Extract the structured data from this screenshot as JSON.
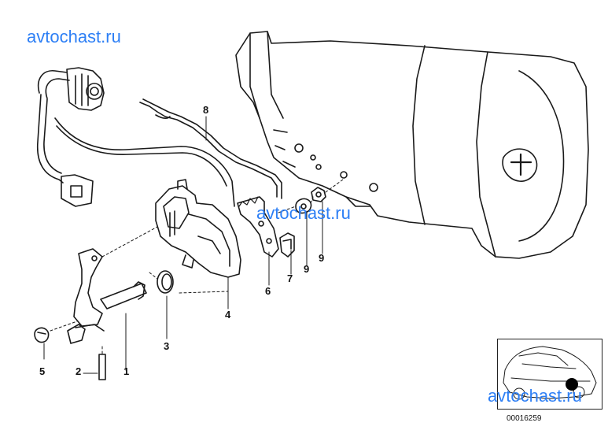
{
  "watermarks": [
    "avtochast.ru",
    "avtochast.ru",
    "avtochast.ru"
  ],
  "part_numbers": {
    "p1": "1",
    "p2": "2",
    "p3": "3",
    "p4": "4",
    "p5": "5",
    "p6": "6",
    "p7": "7",
    "p8": "8",
    "p9a": "9",
    "p9b": "9"
  },
  "reference_code": "00016259"
}
